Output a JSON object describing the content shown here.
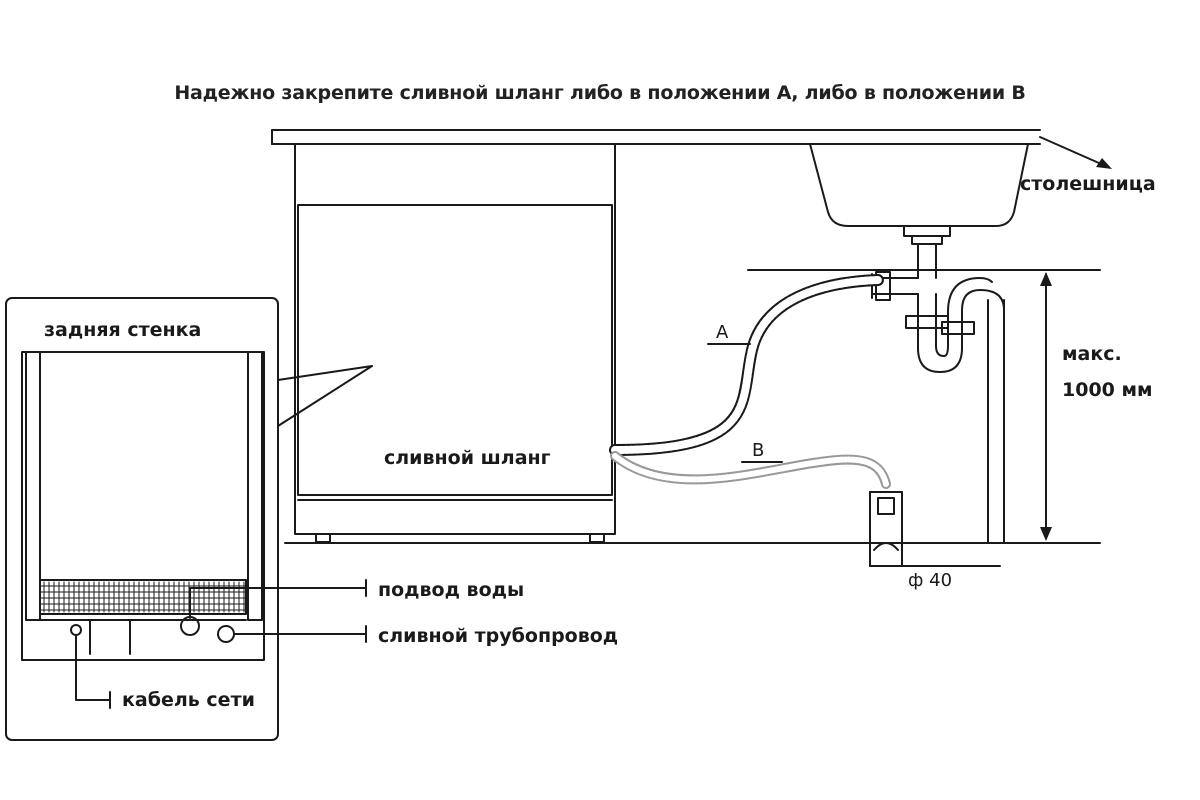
{
  "title": "Надежно закрепите сливной шланг либо в положении А, либо в положении В",
  "labels": {
    "countertop": "столешница",
    "back_wall": "задняя стенка",
    "drain_hose": "сливной шланг",
    "max_label": "макс.",
    "max_value": "1000 мм",
    "position_a": "A",
    "position_b": "B",
    "diameter": "ф 40",
    "water_inlet": "подвод воды",
    "drain_pipe": "сливной трубопровод",
    "power_cable": "кабель сети"
  },
  "colors": {
    "line": "#1a1a1a",
    "background": "#ffffff"
  }
}
